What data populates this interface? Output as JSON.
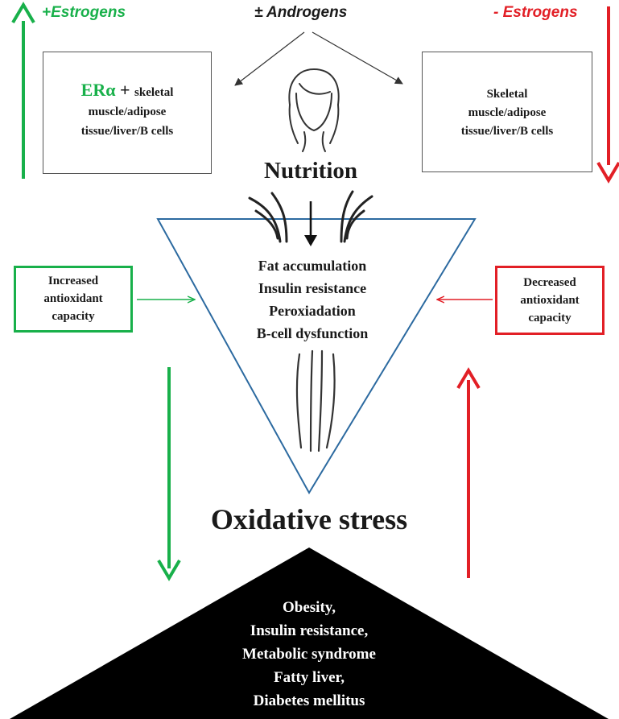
{
  "header": {
    "plus_estrogens": "+Estrogens",
    "androgens": "± Androgens",
    "minus_estrogens": "- Estrogens"
  },
  "left_top_box": {
    "era": "ERα",
    "plus": " + ",
    "line1": "skeletal",
    "line2": "muscle/adipose",
    "line3": "tissue/liver/B cells"
  },
  "right_top_box": {
    "line1": "Skeletal",
    "line2": "muscle/adipose",
    "line3": "tissue/liver/B cells"
  },
  "nutrition": "Nutrition",
  "funnel_items": [
    "Fat accumulation",
    "Insulin resistance",
    "Peroxiadation",
    "B-cell dysfunction"
  ],
  "left_mid_box": {
    "line1": "Increased",
    "line2": "antioxidant",
    "line3": "capacity"
  },
  "right_mid_box": {
    "line1": "Decreased",
    "line2": "antioxidant",
    "line3": "capacity"
  },
  "oxidative_stress": "Oxidative stress",
  "outcomes": [
    "Obesity,",
    "Insulin resistance,",
    "Metabolic syndrome",
    "Fatty liver,",
    "Diabetes mellitus"
  ],
  "colors": {
    "green": "#18b04a",
    "red": "#e21f26",
    "blue": "#2c6aa0",
    "black": "#000000"
  },
  "icons": [
    "woman-head-icon",
    "woman-legs-icon"
  ]
}
